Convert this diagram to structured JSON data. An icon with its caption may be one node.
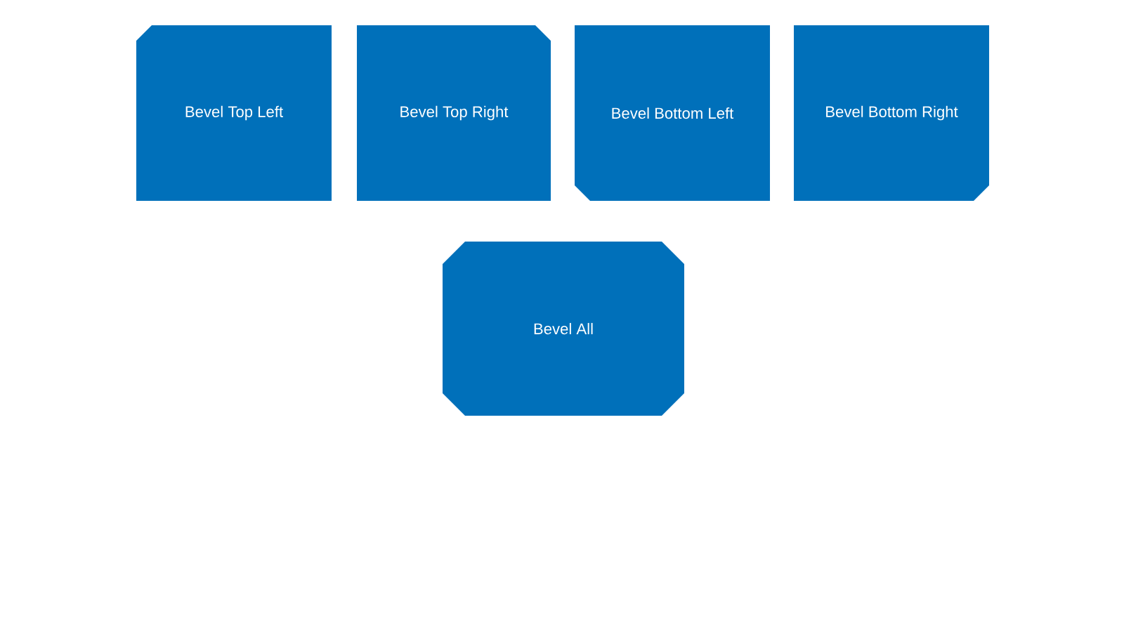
{
  "diagram": {
    "nodes": [
      {
        "text": [
          "Bevel Top Left"
        ]
      },
      {
        "text": [
          "Bevel Top Right"
        ]
      },
      {
        "text": [
          "Bevel Bottom Left"
        ]
      },
      {
        "text": [
          "Bevel Bottom Right"
        ]
      },
      {
        "text": [
          "Bevel All"
        ]
      }
    ]
  }
}
